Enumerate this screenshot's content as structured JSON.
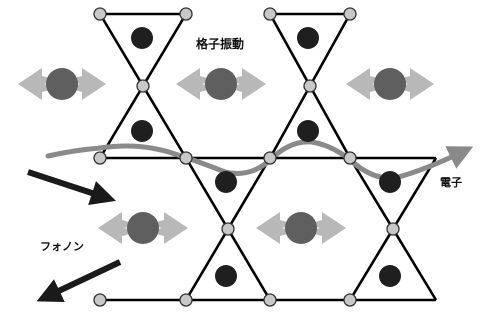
{
  "labels": {
    "lattice_vibration": "格子振動",
    "electron": "電子",
    "phonon": "フォノン"
  },
  "colors": {
    "lattice_line": "#000000",
    "node_fill": "#c8c8c8",
    "node_stroke": "#333333",
    "atom_dark": "#1f1f1f",
    "atom_large": "#5f5f5f",
    "vibration_arrow": "#b4b4b4",
    "electron_path": "#8a8a8a",
    "phonon_arrow": "#1a1a1a"
  }
}
